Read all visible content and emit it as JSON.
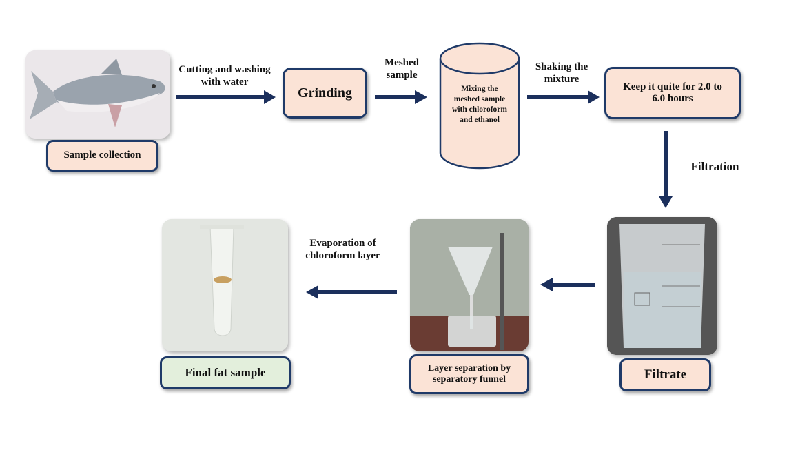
{
  "colors": {
    "arrow": "#1b2f5c",
    "box_fill": "#fbe3d6",
    "final_fill": "#e3efdc",
    "box_border": "#1f3a68",
    "frame": "#c0392b"
  },
  "steps": {
    "sample_collection": "Sample collection",
    "cutting_label": "Cutting and washing with water",
    "grinding": "Grinding",
    "meshed_label": "Meshed sample",
    "mixing": "Mixing the meshed sample with chloroform and ethanol",
    "shaking_label": "Shaking the mixture",
    "keep_quiet": "Keep it quite for 2.0 to 6.0 hours",
    "filtration_label": "Filtration",
    "filtrate": "Filtrate",
    "layer_separation": "Layer separation by separatory funnel",
    "evaporation_label": "Evaporation of chloroform layer",
    "final_fat": "Final fat sample"
  },
  "images": {
    "fish": "fish-photo",
    "beaker": "beaker-photo",
    "funnel": "separatory-funnel-photo",
    "tube": "test-tube-photo"
  }
}
